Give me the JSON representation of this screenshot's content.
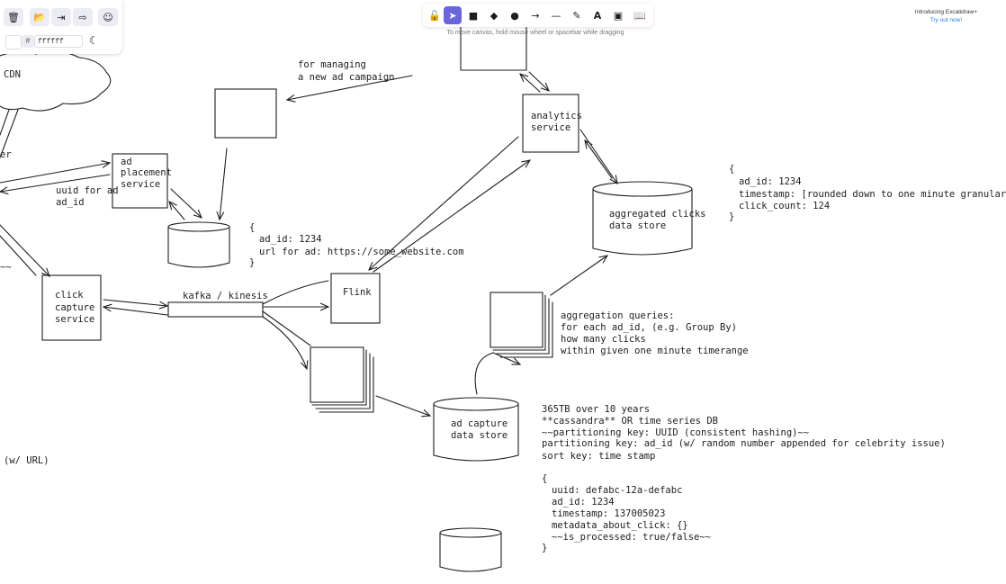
{
  "app": {
    "name": "Excalidraw"
  },
  "panel": {
    "buttons": [
      "delete-icon",
      "open-icon",
      "export-icon",
      "save-as-icon",
      "collab-icon"
    ],
    "hash_label": "#",
    "background_hex": "ffffff",
    "theme_icon": "moon-icon"
  },
  "toolbar": {
    "tools": [
      "lock-icon",
      "pointer-icon",
      "rectangle-icon",
      "diamond-icon",
      "ellipse-icon",
      "arrow-icon",
      "line-icon",
      "pencil-icon",
      "text-icon",
      "image-icon",
      "library-icon"
    ],
    "active_tool": "pointer-icon",
    "hint": "To move canvas, hold mouse wheel or spacebar while dragging"
  },
  "promo": {
    "title": "Introducing Excalidraw+",
    "link": "Try out now!"
  },
  "diagram": {
    "nodes": {
      "cdn": "CDN",
      "ad_placement": [
        "ad",
        "placement",
        "service"
      ],
      "analytics": [
        "analytics",
        "service"
      ],
      "click_capture": [
        "click",
        "capture",
        "service"
      ],
      "kafka": "kafka / kinesis",
      "flink": "Flink",
      "aggregated_store": [
        "aggregated clicks",
        "data store"
      ],
      "ad_capture_store": [
        "ad capture",
        "data store"
      ]
    },
    "edge_labels": {
      "managing": [
        "for managing",
        "a new ad campaign"
      ],
      "uuid": [
        "uuid for ad",
        "ad_id"
      ],
      "url": "(w/ URL)"
    },
    "notes": {
      "ad_record": [
        "{",
        "ad_id: 1234",
        "url for ad: https://some_website.com",
        "}"
      ],
      "aggregated_record": [
        "{",
        "ad_id: 1234",
        "timestamp: [rounded down to one minute granularities]",
        "click_count: 124",
        "}"
      ],
      "aggregation_queries": [
        "aggregation queries:",
        "for each ad_id, (e.g. Group By)",
        "how many clicks",
        "within given one minute timerange"
      ],
      "storage_notes": [
        "365TB over 10 years",
        "**cassandra** OR time series DB",
        "~~partitioning key: UUID (consistent hashing)~~",
        "partitioning key: ad_id (w/ random number appended for celebrity issue)",
        "sort key: time stamp"
      ],
      "click_record": [
        "{",
        "uuid: defabc-12a-defabc",
        "ad_id: 1234",
        "timestamp: 137005023",
        "metadata_about_click: {}",
        "~~is_processed: true/false~~",
        "}"
      ]
    }
  },
  "colors": {
    "accent": "#6965db",
    "stroke": "#1e1e1e",
    "link": "#2a7be4"
  }
}
